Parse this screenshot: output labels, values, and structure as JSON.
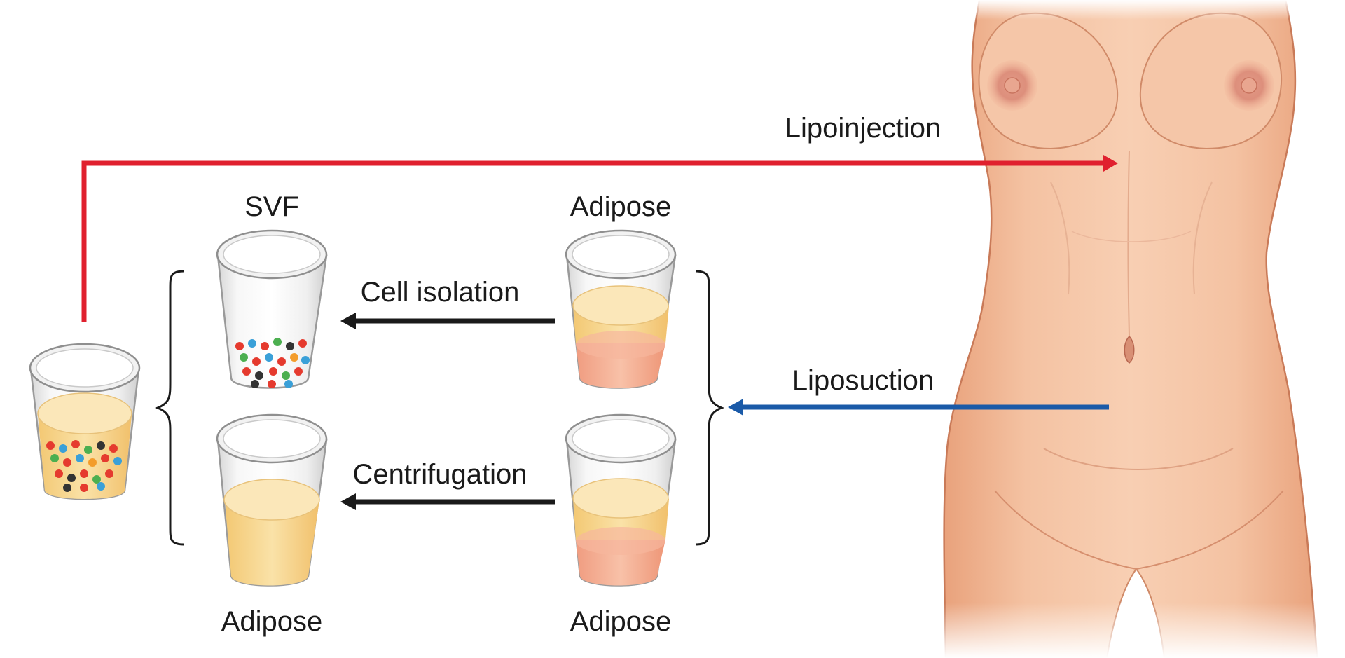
{
  "labels": {
    "lipoinjection": "Lipoinjection",
    "liposuction": "Liposuction",
    "cell_isolation": "Cell isolation",
    "centrifugation": "Centrifugation",
    "svf": "SVF",
    "adipose_top_right": "Adipose",
    "adipose_bottom_left": "Adipose",
    "adipose_bottom_right": "Adipose"
  },
  "colors": {
    "lipoinjection_arrow": "#e0202e",
    "liposuction_arrow": "#1a5aa8",
    "process_arrow": "#1a1a1a",
    "fat_layer": "#f6d58c",
    "blood_layer": "#f3a88d",
    "skin": "#f1b894",
    "cell_colors": [
      "#e53a2e",
      "#3aa0d8",
      "#4caf50",
      "#333333",
      "#f39c2b"
    ]
  },
  "icons": {
    "body": "female-torso-illustration",
    "cup": "glass-beaker-icon",
    "bracket": "curly-brace"
  }
}
